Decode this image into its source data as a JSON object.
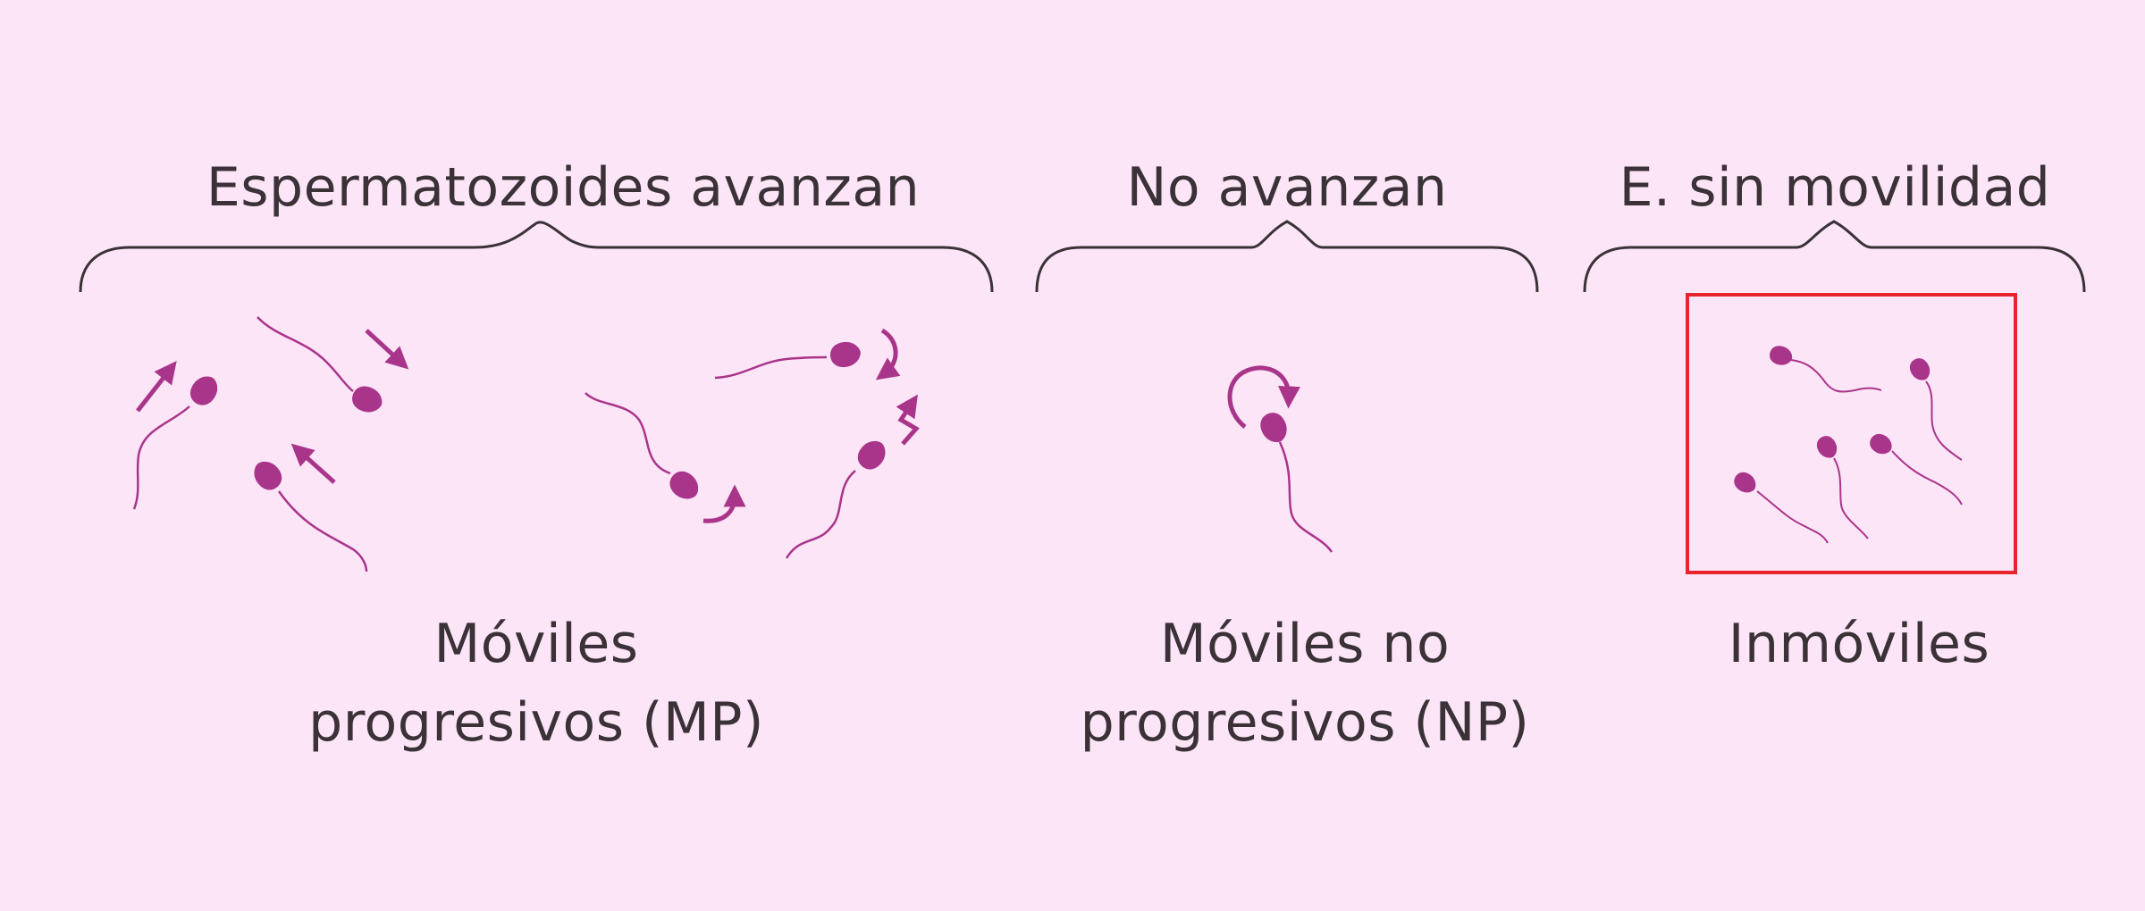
{
  "headings": {
    "progressive": "Espermatozoides avanzan",
    "non_progressive": "No avanzan",
    "immotile": "E. sin movilidad"
  },
  "captions": {
    "progressive": [
      "Móviles",
      "progresivos (MP)"
    ],
    "non_progressive": [
      "Móviles no",
      "progresivos (NP)"
    ],
    "immotile": [
      "Inmóviles"
    ]
  },
  "colors": {
    "background": "#fde5f8",
    "sperm": "#a9358a",
    "text": "#3a3237",
    "highlight": "#e8252f"
  }
}
